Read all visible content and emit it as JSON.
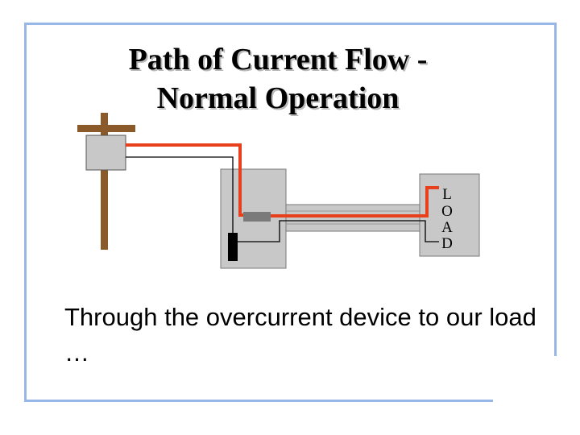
{
  "slide": {
    "title_line1": "Path of Current Flow -",
    "title_line2": "Normal Operation",
    "load_letters": [
      "L",
      "O",
      "A",
      "D"
    ],
    "caption": "Through the overcurrent device to our load …"
  },
  "colors": {
    "frame": "#99b7e6",
    "current_path": "#e8401c",
    "pole": "#8b5a2b",
    "box_fill": "#c8c8c8"
  }
}
